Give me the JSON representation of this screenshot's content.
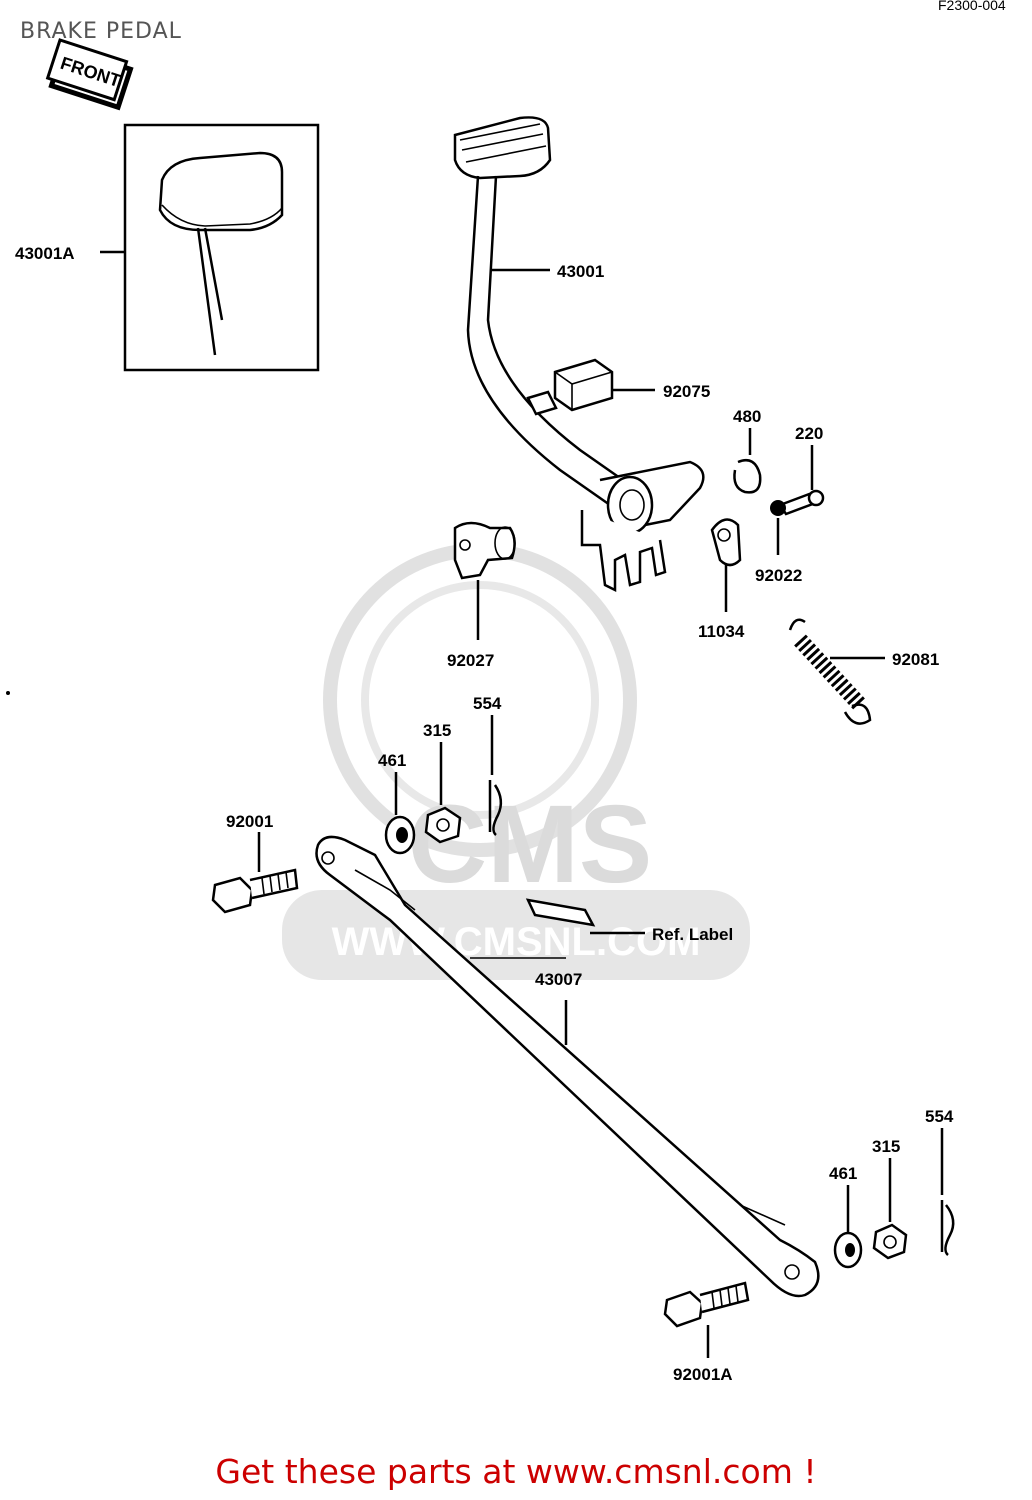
{
  "header": {
    "title": "BRAKE PEDAL",
    "code": "F2300-004",
    "front_tag": "FRONT"
  },
  "watermark": {
    "brand": "CMS",
    "url": "WWW.CMSNL.COM"
  },
  "labels": {
    "p43001A": "43001A",
    "p43001": "43001",
    "p92075": "92075",
    "p480": "480",
    "p220": "220",
    "p92022": "92022",
    "p11034": "11034",
    "p92027": "92027",
    "p92081": "92081",
    "p554_top": "554",
    "p315_top": "315",
    "p461_top": "461",
    "p92001": "92001",
    "ref_label": "Ref. Label",
    "p43007": "43007",
    "p554_bottom": "554",
    "p315_bottom": "315",
    "p461_bottom": "461",
    "p92001A": "92001A"
  },
  "footer": {
    "text": "Get these parts at www.cmsnl.com !"
  }
}
